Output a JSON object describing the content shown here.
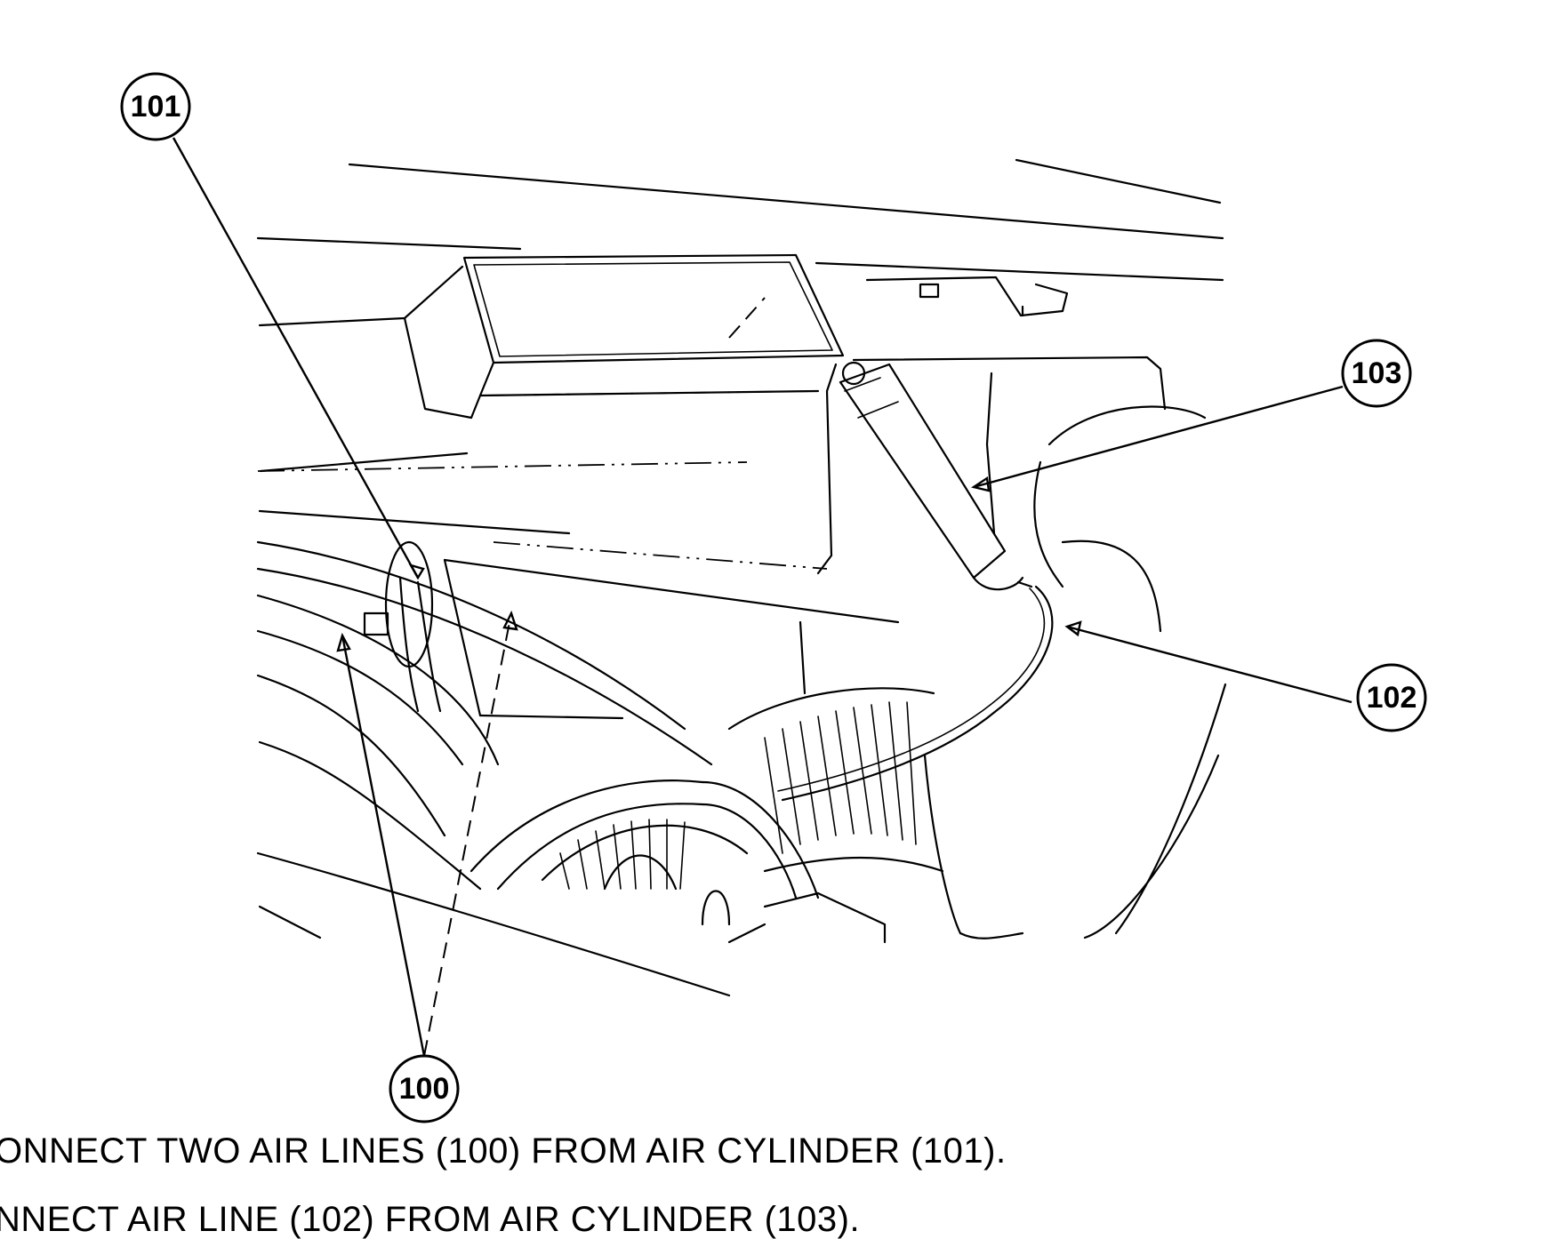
{
  "callouts": [
    {
      "id": "callout-100",
      "label": "100"
    },
    {
      "id": "callout-101",
      "label": "101"
    },
    {
      "id": "callout-102",
      "label": "102"
    },
    {
      "id": "callout-103",
      "label": "103"
    }
  ],
  "instructions": {
    "step_1": "ONNECT TWO AIR LINES (100) FROM AIR CYLINDER (101).",
    "step_2": "NNECT AIR LINE (102) FROM AIR CYLINDER (103)."
  }
}
